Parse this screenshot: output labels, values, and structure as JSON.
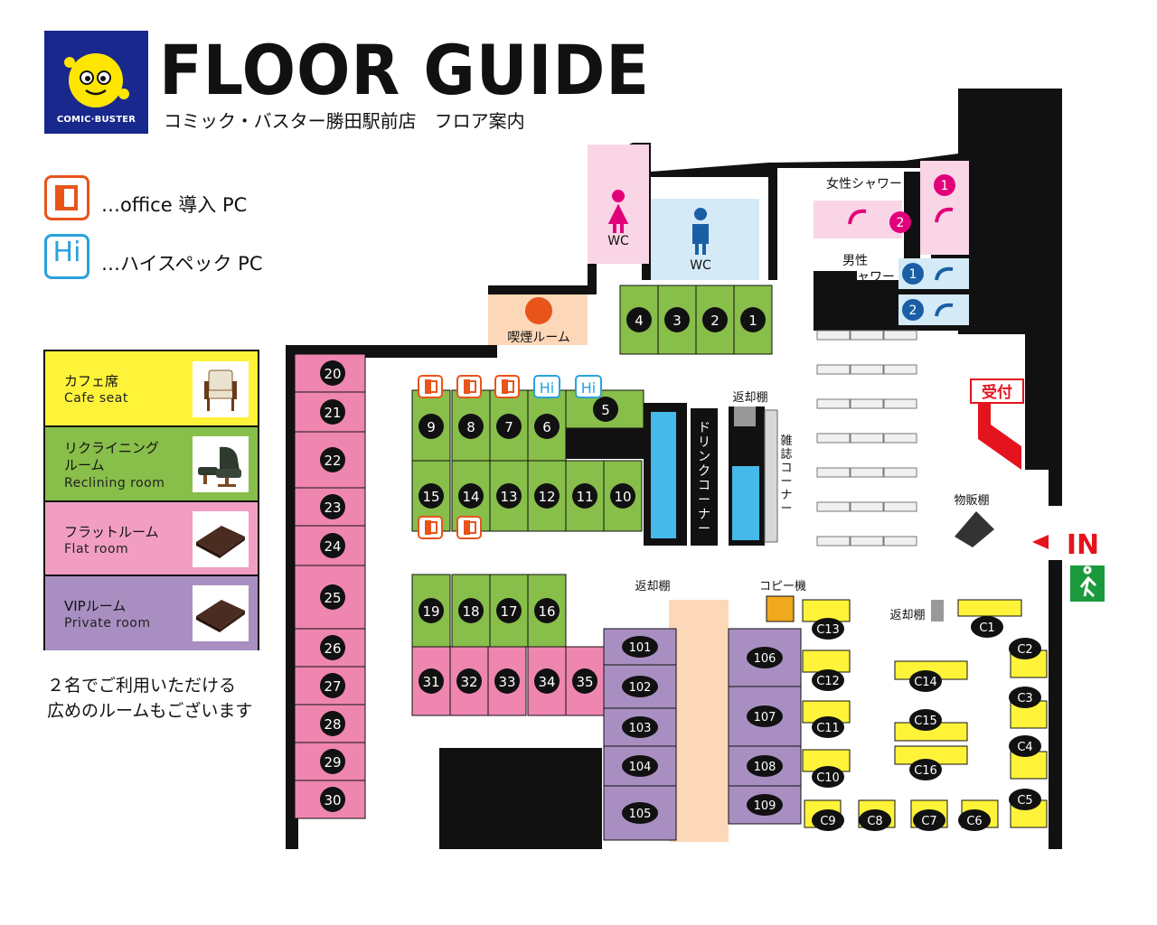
{
  "header": {
    "logo_text": "COMIC·BUSTER",
    "title": "FLOOR GUIDE",
    "subtitle": "コミック・バスター勝田駅前店　フロア案内"
  },
  "icon_legend": [
    {
      "icon": "office-icon",
      "text": "…office 導入 PC",
      "color": "#e8541a"
    },
    {
      "icon": "hi-spec-icon",
      "label": "Hi",
      "text": "…ハイスペック PC",
      "color": "#2aa2dc"
    }
  ],
  "seat_legend": [
    {
      "jp": "カフェ席",
      "en": "Cafe seat",
      "color": "#fff33a",
      "icon": "cafe-chair-icon"
    },
    {
      "jp": "リクライニング\nルーム",
      "en": "Reclining room",
      "color": "#88be4a",
      "icon": "recliner-icon"
    },
    {
      "jp": "フラットルーム",
      "en": "Flat room",
      "color": "#f19ec2",
      "icon": "flat-mat-icon"
    },
    {
      "jp": "VIPルーム",
      "en": "Private room",
      "color": "#a98fc1",
      "icon": "vip-mat-icon"
    }
  ],
  "note": "２名でご利用いただける\n広めのルームもございます",
  "labels": {
    "wc_women": "WC",
    "wc_men": "WC",
    "smoking": "喫煙ルーム",
    "women_shower": "女性シャワー",
    "men_shower": "男性\nシャワー",
    "return_shelf_1": "返却棚",
    "return_shelf_2": "返却棚",
    "return_shelf_3": "返却棚",
    "drink_corner": "ドリンクコーナー",
    "magazine_corner": "雑誌コーナー",
    "goods_shelf": "物販棚",
    "copy_machine": "コピー機",
    "reception": "受付",
    "entrance": "IN",
    "hi_label": "Hi"
  },
  "shower_numbers": {
    "women": [
      "1",
      "2"
    ],
    "men": [
      "1",
      "2"
    ]
  },
  "rooms": {
    "reclining": [
      "1",
      "2",
      "3",
      "4",
      "5",
      "6",
      "7",
      "8",
      "9",
      "10",
      "11",
      "12",
      "13",
      "14",
      "15",
      "16",
      "17",
      "18",
      "19"
    ],
    "flat": [
      "20",
      "21",
      "22",
      "23",
      "24",
      "25",
      "26",
      "27",
      "28",
      "29",
      "30",
      "31",
      "32",
      "33",
      "34",
      "35"
    ],
    "vip": [
      "101",
      "102",
      "103",
      "104",
      "105",
      "106",
      "107",
      "108",
      "109"
    ],
    "cafe": [
      "C1",
      "C2",
      "C3",
      "C4",
      "C5",
      "C6",
      "C7",
      "C8",
      "C9",
      "C10",
      "C11",
      "C12",
      "C13",
      "C14",
      "C15",
      "C16"
    ]
  },
  "pc_marks": {
    "office": [
      "9",
      "8",
      "7",
      "15",
      "14"
    ],
    "hi_spec": [
      "6",
      "5"
    ]
  },
  "colors": {
    "wall": "#111111",
    "floor": "#ffffff",
    "reclining": "#88be4a",
    "flat": "#ee86b0",
    "vip": "#a98fc1",
    "cafe": "#fff33a",
    "corridor": "#fcd8b8",
    "women": "#f9d5e6",
    "men": "#d4eaf7",
    "drink": "#45b9ea",
    "office": "#e8541a",
    "hi_spec": "#2aa2dc",
    "reception": "#e4141e",
    "exit": "#1a9a3c",
    "logo_bg": "#18288c"
  }
}
